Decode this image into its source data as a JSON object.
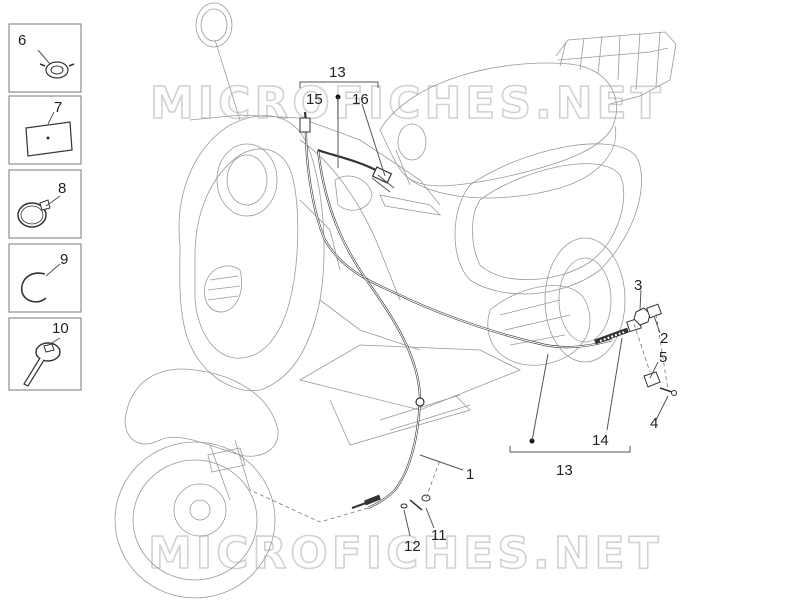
{
  "watermark": {
    "top": "MICROFICHES.NET",
    "bottom": "MICROFICHES.NET"
  },
  "callouts": {
    "c1": "1",
    "c2": "2",
    "c3": "3",
    "c4": "4",
    "c5": "5",
    "c6": "6",
    "c7": "7",
    "c8": "8",
    "c9": "9",
    "c10": "10",
    "c11": "11",
    "c12": "12",
    "c13_top": "13",
    "c13_bottom": "13",
    "c14": "14",
    "c15": "15",
    "c16": "16"
  },
  "inset_panels": [
    {
      "part": "6",
      "icon": "cable-clip-icon"
    },
    {
      "part": "7",
      "icon": "adhesive-plate-icon"
    },
    {
      "part": "8",
      "icon": "hose-clamp-icon"
    },
    {
      "part": "9",
      "icon": "wire-ring-icon"
    },
    {
      "part": "10",
      "icon": "cable-tie-icon"
    }
  ]
}
